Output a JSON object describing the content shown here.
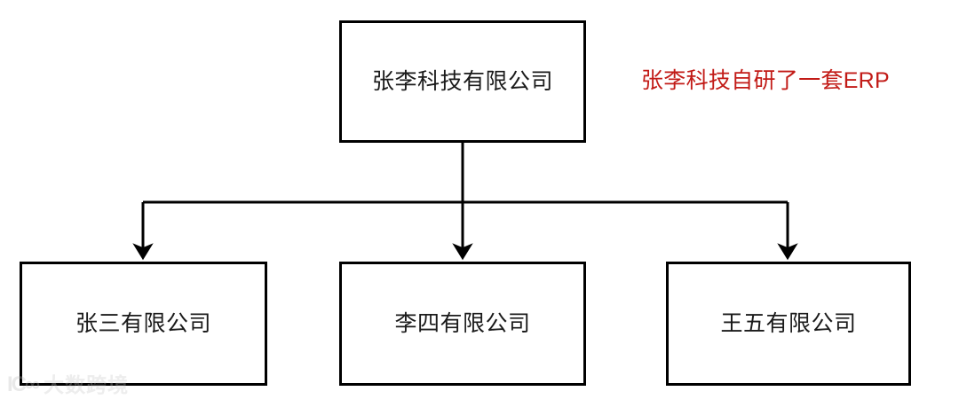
{
  "diagram": {
    "type": "org-chart",
    "root": {
      "label": "张李科技有限公司"
    },
    "children": [
      {
        "label": "张三有限公司"
      },
      {
        "label": "李四有限公司"
      },
      {
        "label": "王五有限公司"
      }
    ],
    "annotation": {
      "text": "张李科技自研了一套ERP",
      "color": "#c21b17"
    },
    "connector": {
      "color": "#000000",
      "style": "orthogonal-elbow-with-arrowheads"
    },
    "box_border_color": "#000000",
    "box_fill_color": "#ffffff"
  },
  "watermark": {
    "mark": "IC∞",
    "text": "大数跨境",
    "color": "#c4c4c4"
  }
}
